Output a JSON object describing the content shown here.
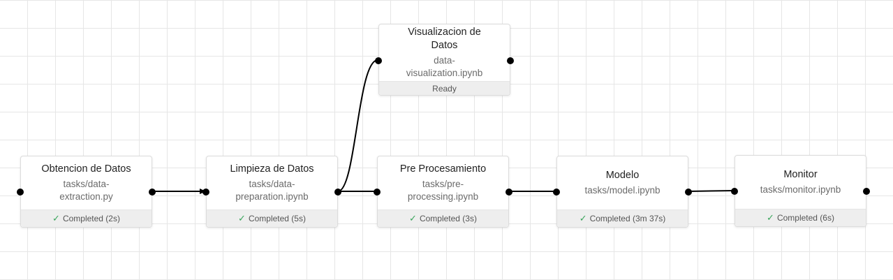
{
  "pipeline": {
    "nodes": [
      {
        "id": "obtencion",
        "title": "Obtencion de Datos",
        "file": "tasks/data-\nextraction.py",
        "status_icon": "check-icon",
        "status": "Completed (2s)",
        "status_symbol": "✓"
      },
      {
        "id": "limpieza",
        "title": "Limpieza de Datos",
        "file": "tasks/data-\npreparation.ipynb",
        "status_icon": "check-icon",
        "status": "Completed (5s)",
        "status_symbol": "✓"
      },
      {
        "id": "visualizacion",
        "title": "Visualizacion de\nDatos",
        "file": "data-\nvisualization.ipynb",
        "status": "Ready"
      },
      {
        "id": "preprocesamiento",
        "title": "Pre Procesamiento",
        "file": "tasks/pre-\nprocessing.ipynb",
        "status_icon": "check-icon",
        "status": "Completed (3s)",
        "status_symbol": "✓"
      },
      {
        "id": "modelo",
        "title": "Modelo",
        "file": "tasks/model.ipynb",
        "status_icon": "check-icon",
        "status": "Completed (3m 37s)",
        "status_symbol": "✓"
      },
      {
        "id": "monitor",
        "title": "Monitor",
        "file": "tasks/monitor.ipynb",
        "status_icon": "check-icon",
        "status": "Completed (6s)",
        "status_symbol": "✓"
      }
    ],
    "edges": [
      {
        "from": "obtencion",
        "to": "limpieza"
      },
      {
        "from": "limpieza",
        "to": "visualizacion"
      },
      {
        "from": "limpieza",
        "to": "preprocesamiento"
      },
      {
        "from": "preprocesamiento",
        "to": "modelo"
      },
      {
        "from": "modelo",
        "to": "monitor"
      }
    ],
    "colors": {
      "edge": "#000000",
      "port": "#000000",
      "success": "#3aa55c",
      "status_bg": "#eeeeee"
    }
  }
}
